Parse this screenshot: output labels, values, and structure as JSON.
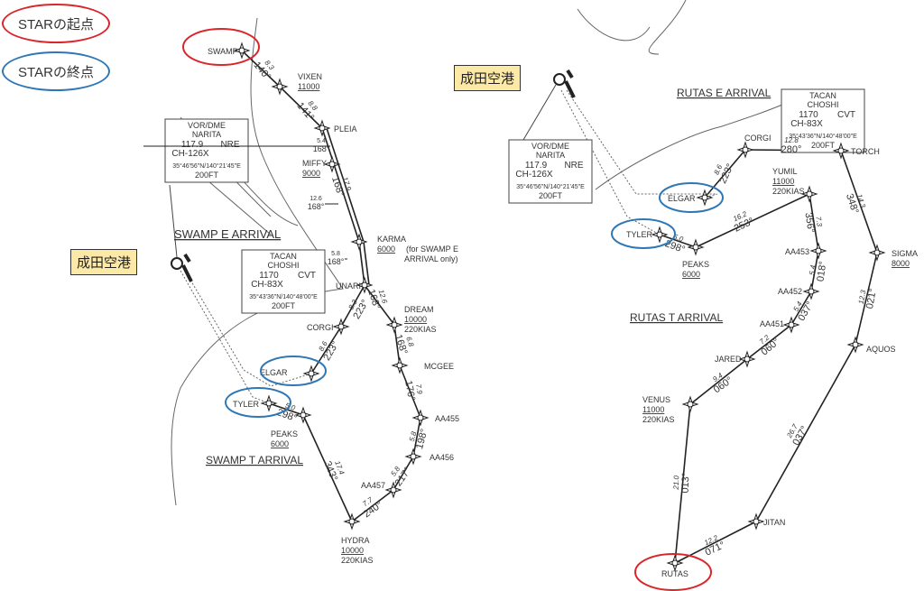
{
  "colors": {
    "start": "#d9262b",
    "end": "#2f76b5",
    "route": "#222",
    "coast": "#555",
    "airport_bg": "#fde9a6"
  },
  "legend": {
    "start_label": "STARの起点",
    "end_label": "STARの終点"
  },
  "left": {
    "airport_label": "成田空港",
    "titles": [
      "SWAMP E ARRIVAL",
      "SWAMP T ARRIVAL"
    ],
    "vor": {
      "type": "VOR/DME",
      "name": "NARITA",
      "freq": "117.9",
      "ident": "NRE",
      "ch": "CH-126X",
      "coords": "35°46'56\"N/140°21'45\"E",
      "elev": "200FT"
    },
    "tacan": {
      "type": "TACAN",
      "name": "CHOSHI",
      "freq": "1170",
      "ident": "CVT",
      "ch": "CH-83X",
      "coords": "35°43'36\"N/140°48'00\"E",
      "elev": "200FT"
    },
    "waypoints": [
      {
        "name": "SWAMP",
        "alt": "",
        "spd": ""
      },
      {
        "name": "VIXEN",
        "alt": "11000",
        "spd": ""
      },
      {
        "name": "PLEIA",
        "alt": "",
        "spd": ""
      },
      {
        "name": "MIFFY",
        "alt": "9000",
        "spd": ""
      },
      {
        "name": "KARMA",
        "alt": "6000",
        "spd": "(for SWAMP E",
        "spd2": "ARRIVAL only)"
      },
      {
        "name": "UNARI",
        "alt": "",
        "spd": ""
      },
      {
        "name": "CORGI",
        "alt": "",
        "spd": ""
      },
      {
        "name": "ELGAR",
        "alt": "",
        "spd": ""
      },
      {
        "name": "TYLER",
        "alt": "",
        "spd": ""
      },
      {
        "name": "PEAKS",
        "alt": "6000",
        "spd": ""
      },
      {
        "name": "DREAM",
        "alt": "10000",
        "spd": "220KIAS"
      },
      {
        "name": "MCGEE",
        "alt": "",
        "spd": ""
      },
      {
        "name": "AA455",
        "alt": "",
        "spd": ""
      },
      {
        "name": "AA456",
        "alt": "",
        "spd": ""
      },
      {
        "name": "AA457",
        "alt": "",
        "spd": ""
      },
      {
        "name": "HYDRA",
        "alt": "10000",
        "spd": "220KIAS"
      }
    ],
    "legs": [
      {
        "dist": "8.3",
        "crs": "140°"
      },
      {
        "dist": "8.8",
        "crs": "141°"
      },
      {
        "dist": "17.9",
        "crs": "168°"
      },
      {
        "dist": "12.6",
        "crs": "168°"
      },
      {
        "dist": "8.3",
        "crs": "223°"
      },
      {
        "dist": "8.6",
        "crs": "223°"
      },
      {
        "dist": "6.8",
        "crs": "168°"
      },
      {
        "dist": "7.9",
        "crs": "176°"
      },
      {
        "dist": "5.8",
        "crs": "198°"
      },
      {
        "dist": "5.8",
        "crs": "217°"
      },
      {
        "dist": "7.7",
        "crs": "240°"
      },
      {
        "dist": "17.4",
        "crs": "343°"
      },
      {
        "dist": "5.0",
        "crs": "298°"
      }
    ],
    "dme_marks": [
      {
        "dist": "5.4",
        "crs": "168°"
      },
      {
        "dist": "12.6",
        "crs": "168°"
      },
      {
        "dist": "5.8",
        "crs": "168°"
      }
    ]
  },
  "right": {
    "airport_label": "成田空港",
    "titles": [
      "RUTAS E ARRIVAL",
      "RUTAS T ARRIVAL"
    ],
    "vor": {
      "type": "VOR/DME",
      "name": "NARITA",
      "freq": "117.9",
      "ident": "NRE",
      "ch": "CH-126X",
      "coords": "35°46'56\"N/140°21'45\"E",
      "elev": "200FT"
    },
    "tacan": {
      "type": "TACAN",
      "name": "CHOSHI",
      "freq": "1170",
      "ident": "CVT",
      "ch": "CH-83X",
      "coords": "35°43'36\"N/140°48'00\"E",
      "elev": "200FT"
    },
    "waypoints": [
      {
        "name": "RUTAS",
        "alt": "",
        "spd": ""
      },
      {
        "name": "JITAN",
        "alt": "",
        "spd": ""
      },
      {
        "name": "AQUOS",
        "alt": "",
        "spd": ""
      },
      {
        "name": "SIGMA",
        "alt": "8000",
        "spd": ""
      },
      {
        "name": "TORCH",
        "alt": "",
        "spd": ""
      },
      {
        "name": "CORGI",
        "alt": "",
        "spd": ""
      },
      {
        "name": "ELGAR",
        "alt": "",
        "spd": ""
      },
      {
        "name": "VENUS",
        "alt": "11000",
        "spd": "220KIAS"
      },
      {
        "name": "JARED",
        "alt": "",
        "spd": ""
      },
      {
        "name": "AA451",
        "alt": "",
        "spd": ""
      },
      {
        "name": "AA452",
        "alt": "",
        "spd": ""
      },
      {
        "name": "AA453",
        "alt": "",
        "spd": ""
      },
      {
        "name": "YUMIL",
        "alt": "11000",
        "spd": "220KIAS"
      },
      {
        "name": "PEAKS",
        "alt": "6000",
        "spd": ""
      },
      {
        "name": "TYLER",
        "alt": "",
        "spd": ""
      }
    ],
    "legs": [
      {
        "dist": "12.2",
        "crs": "071°"
      },
      {
        "dist": "26.7",
        "crs": "037°"
      },
      {
        "dist": "12.3",
        "crs": "021°"
      },
      {
        "dist": "14.3",
        "crs": "348°"
      },
      {
        "dist": "12.8",
        "crs": "280°"
      },
      {
        "dist": "8.6",
        "crs": "223°"
      },
      {
        "dist": "21.0",
        "crs": "013°"
      },
      {
        "dist": "9.4",
        "crs": "060°"
      },
      {
        "dist": "7.2",
        "crs": "060°"
      },
      {
        "dist": "5.4",
        "crs": "037°"
      },
      {
        "dist": "5.4",
        "crs": "018°"
      },
      {
        "dist": "7.3",
        "crs": "356°"
      },
      {
        "dist": "16.2",
        "crs": "253°"
      },
      {
        "dist": "5.0",
        "crs": "298°"
      }
    ]
  }
}
